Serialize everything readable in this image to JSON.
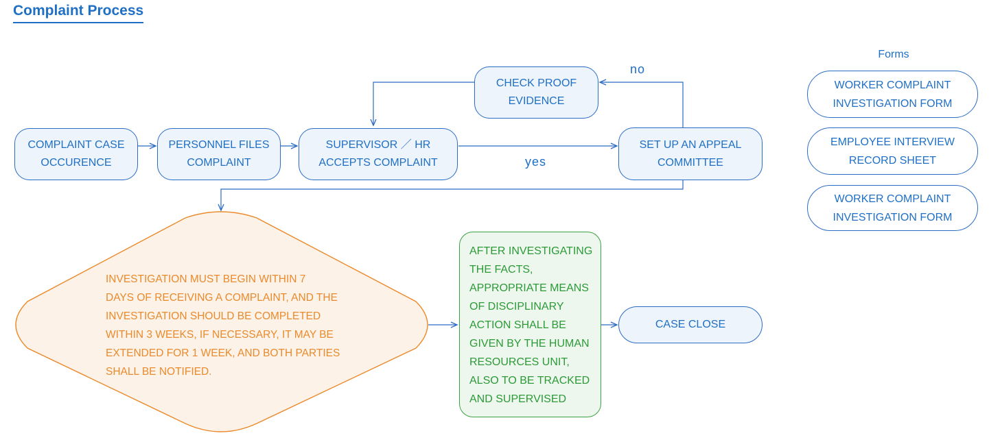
{
  "title": "Complaint Process",
  "nodes": {
    "occurrence": "COMPLAINT CASE\nOCCURENCE",
    "files": "PERSONNEL FILES\nCOMPLAINT",
    "accepts": "SUPERVISOR ／ HR\nACCEPTS COMPLAINT",
    "appeal": "SET UP AN APPEAL\nCOMMITTEE",
    "check_proof": "CHECK PROOF\nEVIDENCE",
    "investigation_rule": "INVESTIGATION MUST BEGIN WITHIN 7\nDAYS OF RECEIVING A COMPLAINT, AND THE\nINVESTIGATION SHOULD BE COMPLETED\nWITHIN 3 WEEKS, IF NECESSARY, IT MAY BE\nEXTENDED FOR 1 WEEK, AND BOTH PARTIES\nSHALL BE NOTIFIED.",
    "discipline": "AFTER INVESTIGATING\nTHE FACTS,\nAPPROPRIATE MEANS\nOF DISCIPLINARY\nACTION SHALL BE\nGIVEN BY THE HUMAN\nRESOURCES UNIT,\nALSO TO BE TRACKED\nAND SUPERVISED",
    "case_close": "CASE CLOSE"
  },
  "edge_labels": {
    "yes": "yes",
    "no": "no"
  },
  "forms": {
    "heading": "Forms",
    "items": [
      "WORKER COMPLAINT\nINVESTIGATION FORM",
      "EMPLOYEE INTERVIEW\nRECORD SHEET",
      "WORKER COMPLAINT\nINVESTIGATION FORM"
    ]
  },
  "colors": {
    "primary": "#1f6fc5",
    "box_fill": "#eef4fb",
    "orange": "#ea8a2c",
    "orange_fill": "#fdf2e7",
    "green": "#2b9a37",
    "green_fill": "#eef7ee"
  }
}
